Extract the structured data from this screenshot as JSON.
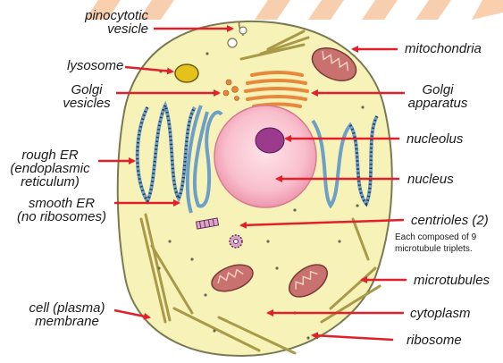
{
  "labels": {
    "pinocytotic_vesicle": [
      "pinocytotic",
      "vesicle"
    ],
    "lysosome": [
      "lysosome"
    ],
    "golgi_vesicles": [
      "Golgi",
      "vesicles"
    ],
    "rough_er": [
      "rough ER",
      "(endoplasmic",
      "reticulum)"
    ],
    "smooth_er": [
      "smooth ER",
      "(no ribosomes)"
    ],
    "cell_membrane": [
      "cell (plasma)",
      "membrane"
    ],
    "mitochondria": [
      "mitochondria"
    ],
    "golgi_apparatus": [
      "Golgi",
      "apparatus"
    ],
    "nucleolus": [
      "nucleolus"
    ],
    "nucleus": [
      "nucleus"
    ],
    "centrioles": [
      "centrioles (2)"
    ],
    "centrioles_note": [
      "Each composed of 9",
      "microtubule triplets."
    ],
    "microtubules": [
      "microtubules"
    ],
    "cytoplasm": [
      "cytoplasm"
    ],
    "ribosome": [
      "ribosome"
    ]
  },
  "colors": {
    "cell_fill": "#f6f2b8",
    "membrane_stroke": "#7a7a52",
    "arrow": "#e0202a",
    "nucleus": "#f5b8c6",
    "nucleolus": "#9c3a8e",
    "mitochondria": "#c9716e",
    "golgi": "#e8883a",
    "lysosome": "#e4c21a",
    "er": "#6e9fc6",
    "microtubule": "#a89a48",
    "stripe": "#f4a86c"
  }
}
